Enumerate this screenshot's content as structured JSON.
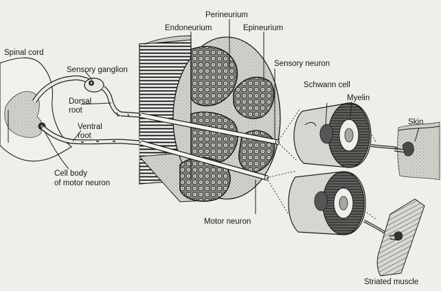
{
  "labels": {
    "spinal_cord": "Spinal cord",
    "sensory_ganglion": "Sensory ganglion",
    "dorsal_root_1": "Dorsal",
    "dorsal_root_2": "root",
    "ventral_root_1": "Ventral",
    "ventral_root_2": "root",
    "cell_body_1": "Cell body",
    "cell_body_2": "of motor neuron",
    "perineurium": "Perineurium",
    "endoneurium": "Endoneurium",
    "epineurium": "Epineurium",
    "sensory_neuron": "Sensory neuron",
    "schwann_cell": "Schwann cell",
    "myelin": "Myelin",
    "skin": "Skin",
    "motor_neuron": "Motor neuron",
    "striated_muscle": "Striated muscle"
  },
  "colors": {
    "background": "#eeeeea",
    "ink": "#1b1b1b",
    "tissue_gray": "#c9c9c4",
    "fascicle_gray": "#8e8e8a",
    "myelin_dark": "#3a3a3a",
    "axon_light": "#e4e4df"
  }
}
